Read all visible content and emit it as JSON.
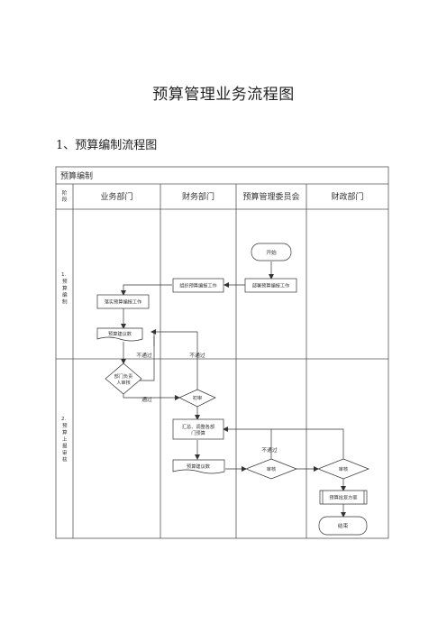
{
  "document": {
    "title": "预算管理业务流程图",
    "section_title": "1、预算编制流程图"
  },
  "flowchart": {
    "caption": "预算编制",
    "stage_header": "阶段",
    "lanes": [
      "业务部门",
      "财务部门",
      "预算管理委员会",
      "财政部门"
    ],
    "stages": [
      {
        "number": "1.",
        "name": "预算编制"
      },
      {
        "number": "2.",
        "name": "预算上报审核"
      }
    ],
    "nodes": {
      "start": "开始",
      "deploy": "部署预算编报工作",
      "organize": "组织预算编报工作",
      "implement": "落实预算编报工作",
      "proposal_1": "预算建议数",
      "dept_review": "部门负责人审核",
      "initial_review": "初审",
      "summarize": "汇总、调整各部门预算",
      "proposal_2": "预算建议数",
      "committee_review": "审核",
      "finance_review": "审核",
      "approved_plan": "预算批复方案",
      "end": "结束"
    },
    "edges": {
      "reject_1": "不通过",
      "reject_2": "不通过",
      "pass": "通过",
      "reject_3": "不通过"
    }
  }
}
